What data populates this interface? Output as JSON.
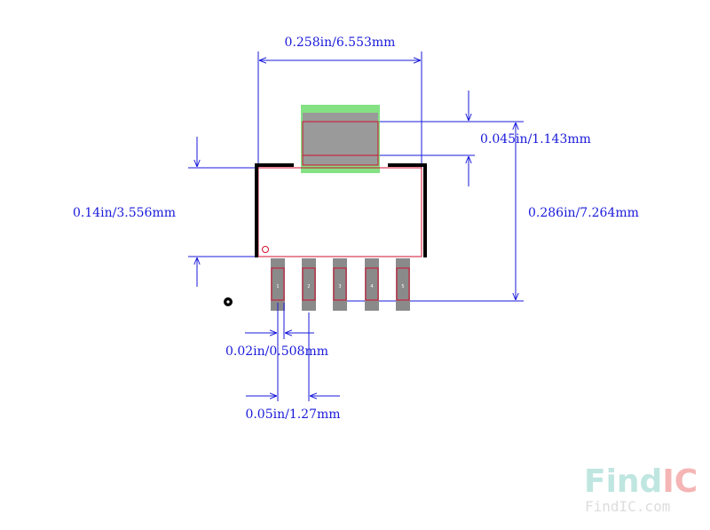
{
  "dimensions": {
    "body_width": "0.258in/6.553mm",
    "tab_height": "0.045in/1.143mm",
    "total_height": "0.286in/7.264mm",
    "body_height": "0.14in/3.556mm",
    "pad_width": "0.02in/0.508mm",
    "pitch": "0.05in/1.27mm"
  },
  "pins": [
    {
      "label": "1"
    },
    {
      "label": "2"
    },
    {
      "label": "3"
    },
    {
      "label": "4"
    },
    {
      "label": "5"
    }
  ],
  "watermark": {
    "brand_part1": "Find",
    "brand_part2": "IC",
    "url": "FindIC.com"
  },
  "colors": {
    "dimension": "#1a1adb",
    "outline": "#000000",
    "pad_outline": "#d01030",
    "pad_fill": "#8a8a8a",
    "tab_highlight": "#6fdc6f",
    "watermark_teal": "#bfe6e0",
    "watermark_red": "#f5b5b5"
  }
}
